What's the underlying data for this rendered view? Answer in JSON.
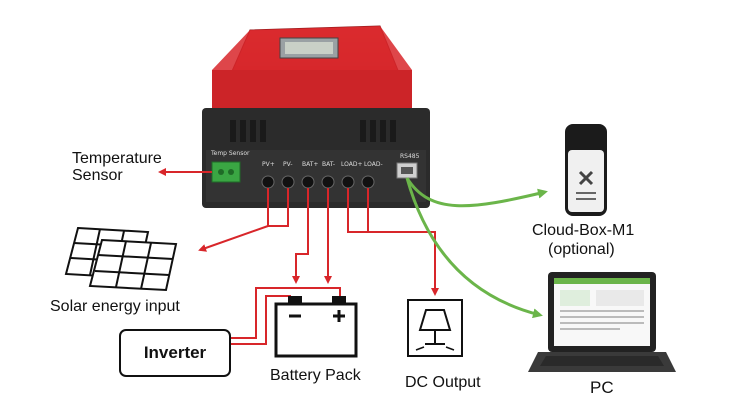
{
  "labels": {
    "temperature_sensor": [
      "Temperature",
      "Sensor"
    ],
    "solar_input": "Solar energy input",
    "inverter": "Inverter",
    "battery_pack": "Battery Pack",
    "dc_output": "DC Output",
    "cloud_box": "Cloud-Box-M1",
    "cloud_box_note": "(optional)",
    "pc": "PC"
  },
  "controller": {
    "terminals": [
      "PV+",
      "PV-",
      "BAT+",
      "BAT-",
      "LOAD+",
      "LOAD-"
    ],
    "temp_port": "Temp Sensor",
    "rs485_port": "RS485"
  },
  "colors": {
    "device_red": "#d8262a",
    "device_dark": "#2b2b2b",
    "wire_red": "#d8262a",
    "wire_green": "#6bb54a",
    "sensor_green": "#3aa643"
  }
}
